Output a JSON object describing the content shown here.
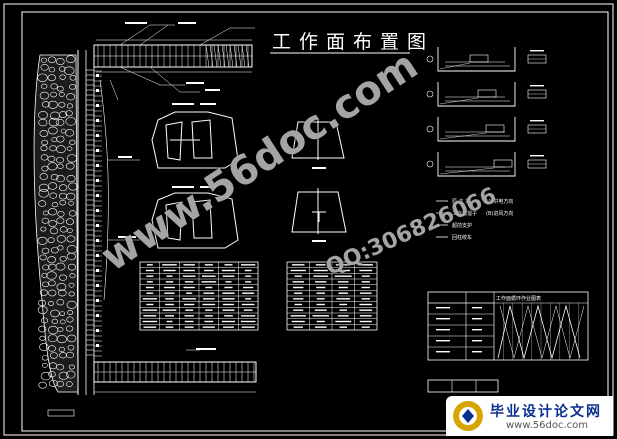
{
  "drawing_title": "工作面布置图",
  "watermark_site": "www.56doc.com",
  "watermark_qq": "QQ:306826066",
  "footer": {
    "cn": "毕业设计论文网",
    "url": "www.56doc.com"
  },
  "legend_labels": {
    "l1_mid": "原 支 护",
    "l1_right": "(A)供电方向",
    "l2_mid": "工作面溜子",
    "l2_right": "(B)进风方向",
    "l3_mid": "超前支护",
    "l4_mid": "回柱绞车"
  },
  "chart_title": "工作面循环作业图表",
  "colors": {
    "background": "#000000",
    "lines": "#ffffff",
    "rock_fill": "#1c1c1c",
    "footer_text": "#0a2f8f"
  }
}
